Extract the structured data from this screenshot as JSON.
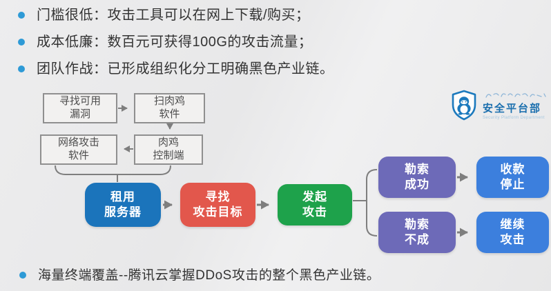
{
  "slide": {
    "background": "#e9e9ea",
    "bullet_dot_color": "#2e9ad6",
    "arrow_color": "#7e7e7e"
  },
  "bullets": {
    "items": [
      "门槛很低：攻击工具可以在网上下载/购买；",
      "成本低廉：数百元可获得100G的攻击流量；",
      "团队作战：已形成组织化分工明确黑色产业链。"
    ]
  },
  "footer_bullet": {
    "text": "海量终端覆盖--腾讯云掌握DDoS攻击的整个黑色产业链。"
  },
  "logo": {
    "name": "安全平台部",
    "subtitle": "Security Platform Department",
    "brand_color": "#1b79bd",
    "icon": "shield-penguin-icon"
  },
  "flowchart": {
    "plain_nodes": {
      "find_vuln": {
        "line1": "寻找可用",
        "line2": "漏洞"
      },
      "scan_bots": {
        "line1": "扫肉鸡",
        "line2": "软件"
      },
      "attack_software": {
        "line1": "网络攻击",
        "line2": "软件"
      },
      "bot_controller": {
        "line1": "肉鸡",
        "line2": "控制端"
      }
    },
    "colored_nodes": {
      "rent_server": {
        "line1": "租用",
        "line2": "服务器",
        "color": "#1b74bb"
      },
      "find_target": {
        "line1": "寻找",
        "line2": "攻击目标",
        "color": "#e2574c"
      },
      "launch_attack": {
        "line1": "发起",
        "line2": "攻击",
        "color": "#1ea24b"
      },
      "extort_success": {
        "line1": "勒索",
        "line2": "成功",
        "color": "#6d6ab8"
      },
      "extort_fail": {
        "line1": "勒索",
        "line2": "不成",
        "color": "#6d6ab8"
      },
      "collect_stop": {
        "line1": "收款",
        "line2": "停止",
        "color": "#3c7fdd"
      },
      "continue_attack": {
        "line1": "继续",
        "line2": "攻击",
        "color": "#3c7fdd"
      }
    },
    "edges": [
      {
        "from": "find_vuln",
        "to": "scan_bots"
      },
      {
        "from": "scan_bots",
        "to": "bot_controller"
      },
      {
        "from": "bot_controller",
        "to": "attack_software"
      },
      {
        "from": "attack_software",
        "to": "rent_server"
      },
      {
        "from": "bot_controller",
        "to": "rent_server"
      },
      {
        "from": "rent_server",
        "to": "find_target"
      },
      {
        "from": "find_target",
        "to": "launch_attack"
      },
      {
        "from": "launch_attack",
        "to": "extort_success"
      },
      {
        "from": "launch_attack",
        "to": "extort_fail"
      },
      {
        "from": "extort_success",
        "to": "collect_stop"
      },
      {
        "from": "extort_fail",
        "to": "continue_attack"
      }
    ]
  }
}
